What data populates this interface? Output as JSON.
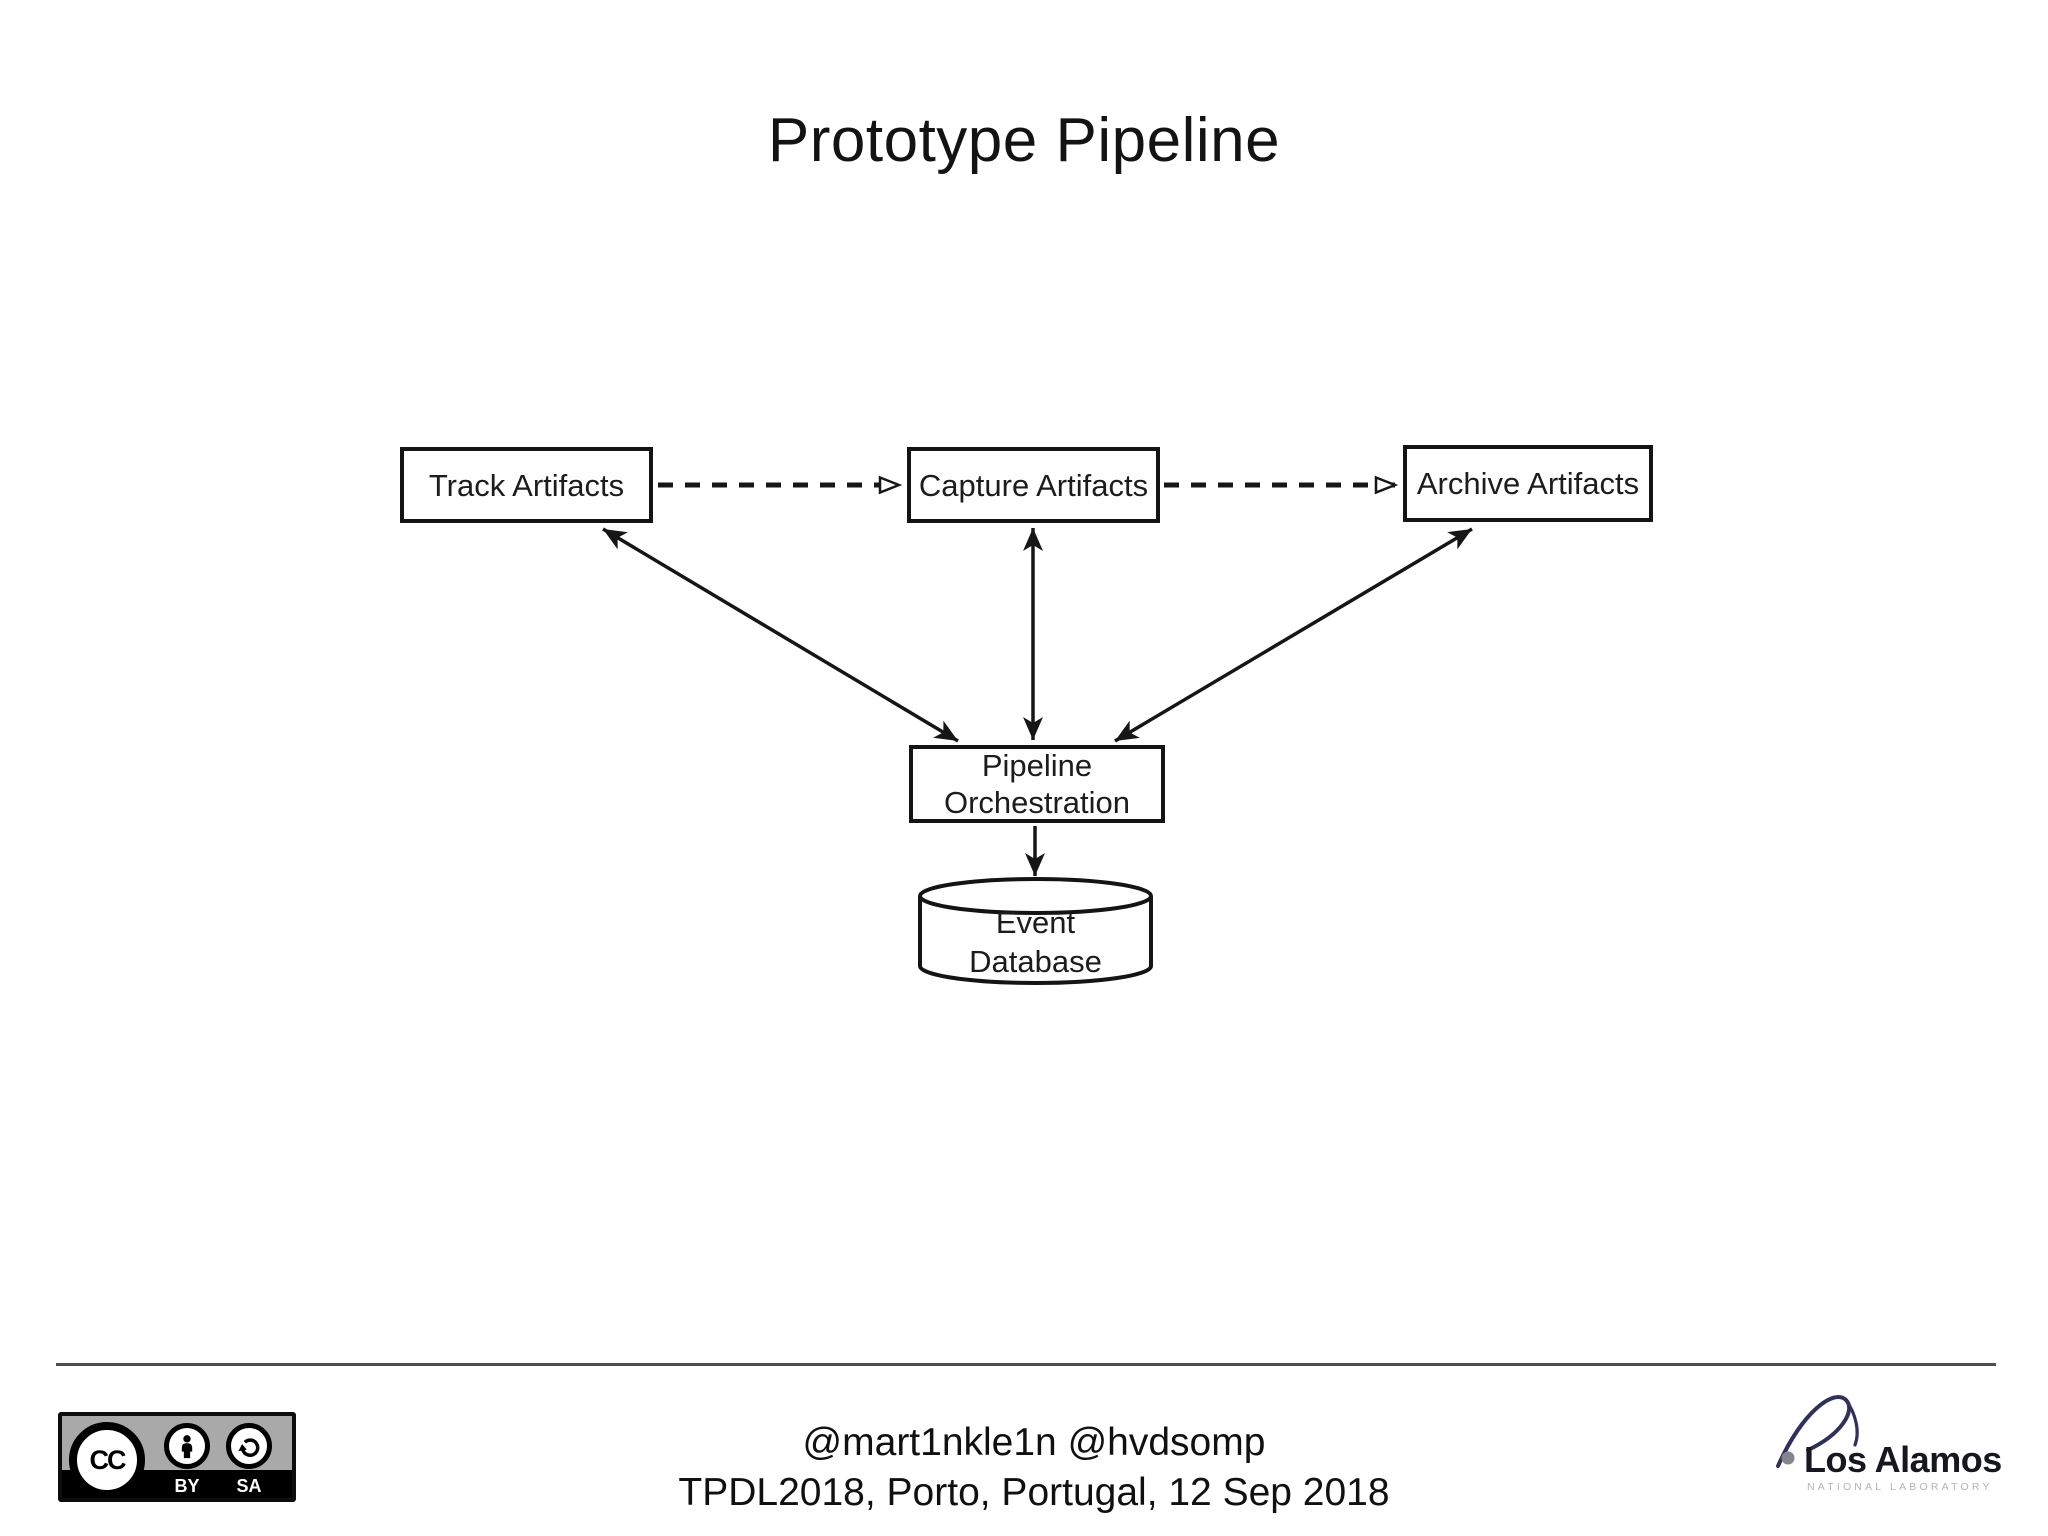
{
  "slide": {
    "title": "Prototype Pipeline"
  },
  "diagram": {
    "nodes": {
      "track": {
        "label": "Track Artifacts"
      },
      "capture": {
        "label": "Capture Artifacts"
      },
      "archive": {
        "label": "Archive Artifacts"
      },
      "pipeline": {
        "label": "Pipeline\nOrchestration"
      },
      "event_db": {
        "label": "Event\nDatabase"
      }
    },
    "edges": [
      {
        "from": "track",
        "to": "capture",
        "style": "dashed",
        "direction": "one-way"
      },
      {
        "from": "capture",
        "to": "archive",
        "style": "dashed",
        "direction": "one-way"
      },
      {
        "from": "track",
        "to": "pipeline",
        "style": "solid",
        "direction": "two-way"
      },
      {
        "from": "capture",
        "to": "pipeline",
        "style": "solid",
        "direction": "two-way"
      },
      {
        "from": "archive",
        "to": "pipeline",
        "style": "solid",
        "direction": "two-way"
      },
      {
        "from": "pipeline",
        "to": "event_db",
        "style": "solid",
        "direction": "one-way"
      }
    ]
  },
  "footer": {
    "credits_line1": "@mart1nkle1n @hvdsomp",
    "credits_line2": "TPDL2018, Porto, Portugal, 12 Sep 2018",
    "license": {
      "cc_label": "CC",
      "by_label": "BY",
      "sa_label": "SA"
    },
    "logo": {
      "name": "Los Alamos",
      "subtitle": "NATIONAL LABORATORY"
    }
  },
  "colors": {
    "diagram_ink": "#161616",
    "divider_gray": "#4d4d4d",
    "badge_background_gray": "#a9a9a9",
    "swoosh_navy": "#30305c",
    "logo_subtitle_gray": "#b3b3bb"
  }
}
